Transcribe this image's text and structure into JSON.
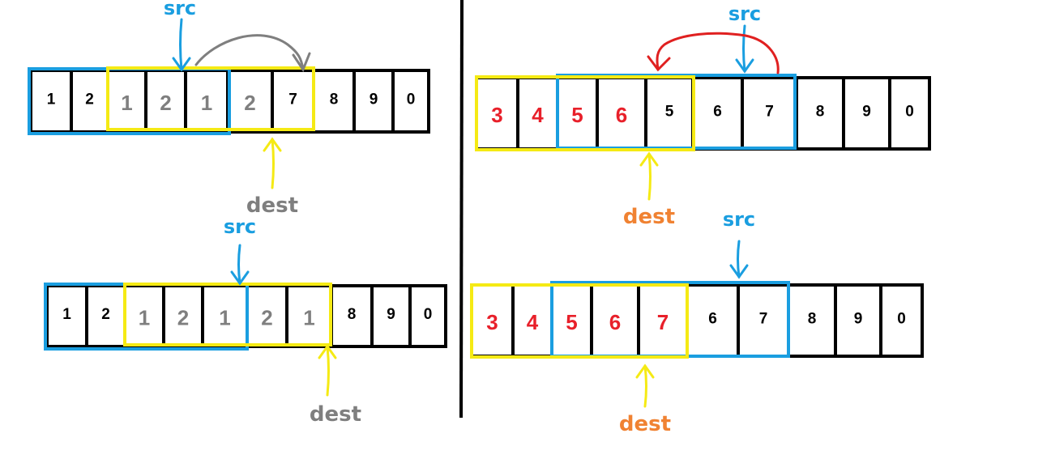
{
  "colors": {
    "black": "#000000",
    "blue": "#1a9ee0",
    "yellow": "#f5ea14",
    "gray": "#7f7f7f",
    "red": "#e8202a",
    "orange": "#f08232",
    "arrow_red": "#e02020"
  },
  "diagrams": [
    {
      "id": "top-left",
      "cells": [
        {
          "text": "1",
          "color": "black",
          "size": "small"
        },
        {
          "text": "2",
          "color": "black",
          "size": "small"
        },
        {
          "text": "1",
          "color": "gray",
          "size": "big"
        },
        {
          "text": "2",
          "color": "gray",
          "size": "big"
        },
        {
          "text": "1",
          "color": "gray",
          "size": "big"
        },
        {
          "text": "2",
          "color": "gray",
          "size": "big"
        },
        {
          "text": "7",
          "color": "black",
          "size": "small"
        },
        {
          "text": "8",
          "color": "black",
          "size": "small"
        },
        {
          "text": "9",
          "color": "black",
          "size": "small"
        },
        {
          "text": "0",
          "color": "black",
          "size": "small"
        }
      ],
      "src_label": "src",
      "dest_label": "dest",
      "dest_color": "gray"
    },
    {
      "id": "bottom-left",
      "cells": [
        {
          "text": "1",
          "color": "black",
          "size": "small"
        },
        {
          "text": "2",
          "color": "black",
          "size": "small"
        },
        {
          "text": "1",
          "color": "gray",
          "size": "big"
        },
        {
          "text": "2",
          "color": "gray",
          "size": "big"
        },
        {
          "text": "1",
          "color": "gray",
          "size": "big"
        },
        {
          "text": "2",
          "color": "gray",
          "size": "big"
        },
        {
          "text": "1",
          "color": "gray",
          "size": "big"
        },
        {
          "text": "8",
          "color": "black",
          "size": "small"
        },
        {
          "text": "9",
          "color": "black",
          "size": "small"
        },
        {
          "text": "0",
          "color": "black",
          "size": "small"
        }
      ],
      "src_label": "src",
      "dest_label": "dest",
      "dest_color": "gray"
    },
    {
      "id": "top-right",
      "cells": [
        {
          "text": "3",
          "color": "red",
          "size": "big"
        },
        {
          "text": "4",
          "color": "red",
          "size": "big"
        },
        {
          "text": "5",
          "color": "red",
          "size": "big"
        },
        {
          "text": "6",
          "color": "red",
          "size": "big"
        },
        {
          "text": "5",
          "color": "black",
          "size": "small"
        },
        {
          "text": "6",
          "color": "black",
          "size": "small"
        },
        {
          "text": "7",
          "color": "black",
          "size": "small"
        },
        {
          "text": "8",
          "color": "black",
          "size": "small"
        },
        {
          "text": "9",
          "color": "black",
          "size": "small"
        },
        {
          "text": "0",
          "color": "black",
          "size": "small"
        }
      ],
      "src_label": "src",
      "dest_label": "dest",
      "dest_color": "orange"
    },
    {
      "id": "bottom-right",
      "cells": [
        {
          "text": "3",
          "color": "red",
          "size": "big"
        },
        {
          "text": "4",
          "color": "red",
          "size": "big"
        },
        {
          "text": "5",
          "color": "red",
          "size": "big"
        },
        {
          "text": "6",
          "color": "red",
          "size": "big"
        },
        {
          "text": "7",
          "color": "red",
          "size": "big"
        },
        {
          "text": "6",
          "color": "black",
          "size": "small"
        },
        {
          "text": "7",
          "color": "black",
          "size": "small"
        },
        {
          "text": "8",
          "color": "black",
          "size": "small"
        },
        {
          "text": "9",
          "color": "black",
          "size": "small"
        },
        {
          "text": "0",
          "color": "black",
          "size": "small"
        }
      ],
      "src_label": "src",
      "dest_label": "dest",
      "dest_color": "orange"
    }
  ]
}
